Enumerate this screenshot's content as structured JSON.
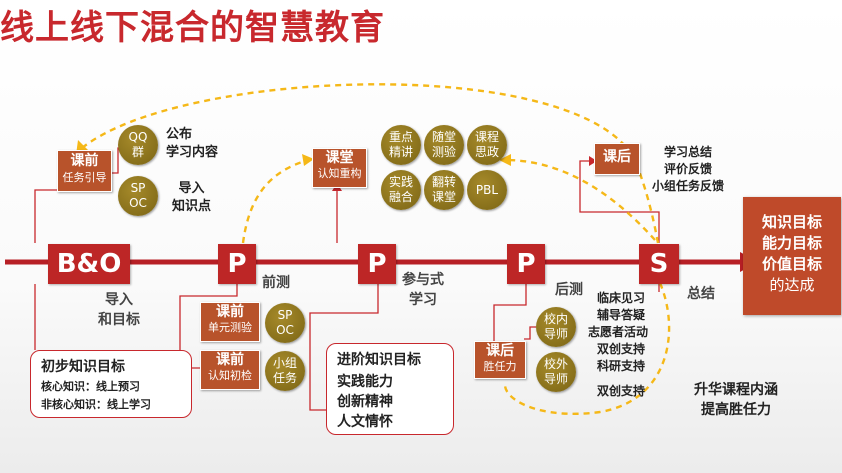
{
  "title": "线上线下混合的智慧教育",
  "timeline": {
    "nodes": [
      "B&O",
      "P",
      "P",
      "P",
      "S"
    ],
    "labels": {
      "bo": "导入\n和目标",
      "p1": "前测",
      "p2": "参与式\n学习",
      "p3": "后测",
      "s": "总结"
    }
  },
  "pre_class_top": {
    "box": {
      "title": "课前",
      "sub": "任务引导"
    },
    "circles": [
      "QQ\n群",
      "SP\nOC"
    ],
    "texts": [
      "公布\n学习内容",
      "导入\n知识点"
    ]
  },
  "basic_goal": {
    "title": "初步知识目标",
    "lines": [
      "核心知识：线上预习",
      "非核心知识：线上学习"
    ]
  },
  "pre_class_bottom": {
    "boxes": [
      {
        "title": "课前",
        "sub": "单元测验"
      },
      {
        "title": "课前",
        "sub": "认知初检"
      }
    ],
    "circles": [
      "SP\nOC",
      "小组\n任务"
    ]
  },
  "in_class": {
    "box": {
      "title": "课堂",
      "sub": "认知重构"
    },
    "circles": [
      "重点\n精讲",
      "随堂\n测验",
      "课程\n思政",
      "实践\n融合",
      "翻转\n课堂",
      "PBL"
    ]
  },
  "advanced_goal": {
    "title": "进阶知识目标",
    "lines": [
      "实践能力",
      "创新精神",
      "人文情怀"
    ]
  },
  "post_class_left": {
    "box": {
      "title": "课后",
      "sub": "胜任力"
    },
    "circles": [
      "校内\n导师",
      "校外\n导师"
    ]
  },
  "post_class_right": {
    "box": {
      "title": "课后"
    },
    "texts": [
      "学习总结",
      "评价反馈",
      "小组任务反馈"
    ]
  },
  "activities": [
    "临床见习",
    "辅导答疑",
    "志愿者活动",
    "双创支持",
    "科研支持"
  ],
  "activity_extra": "双创支持",
  "bottom_right": [
    "升华课程内涵",
    "提高胜任力"
  ],
  "goals": {
    "lines": [
      "知识目标",
      "能力目标",
      "价值目标"
    ],
    "suffix": "的达成"
  },
  "colors": {
    "accent": "#c8282d",
    "box": "#b8532b",
    "circle": "#8b7320",
    "dashed": "#f5b818"
  }
}
